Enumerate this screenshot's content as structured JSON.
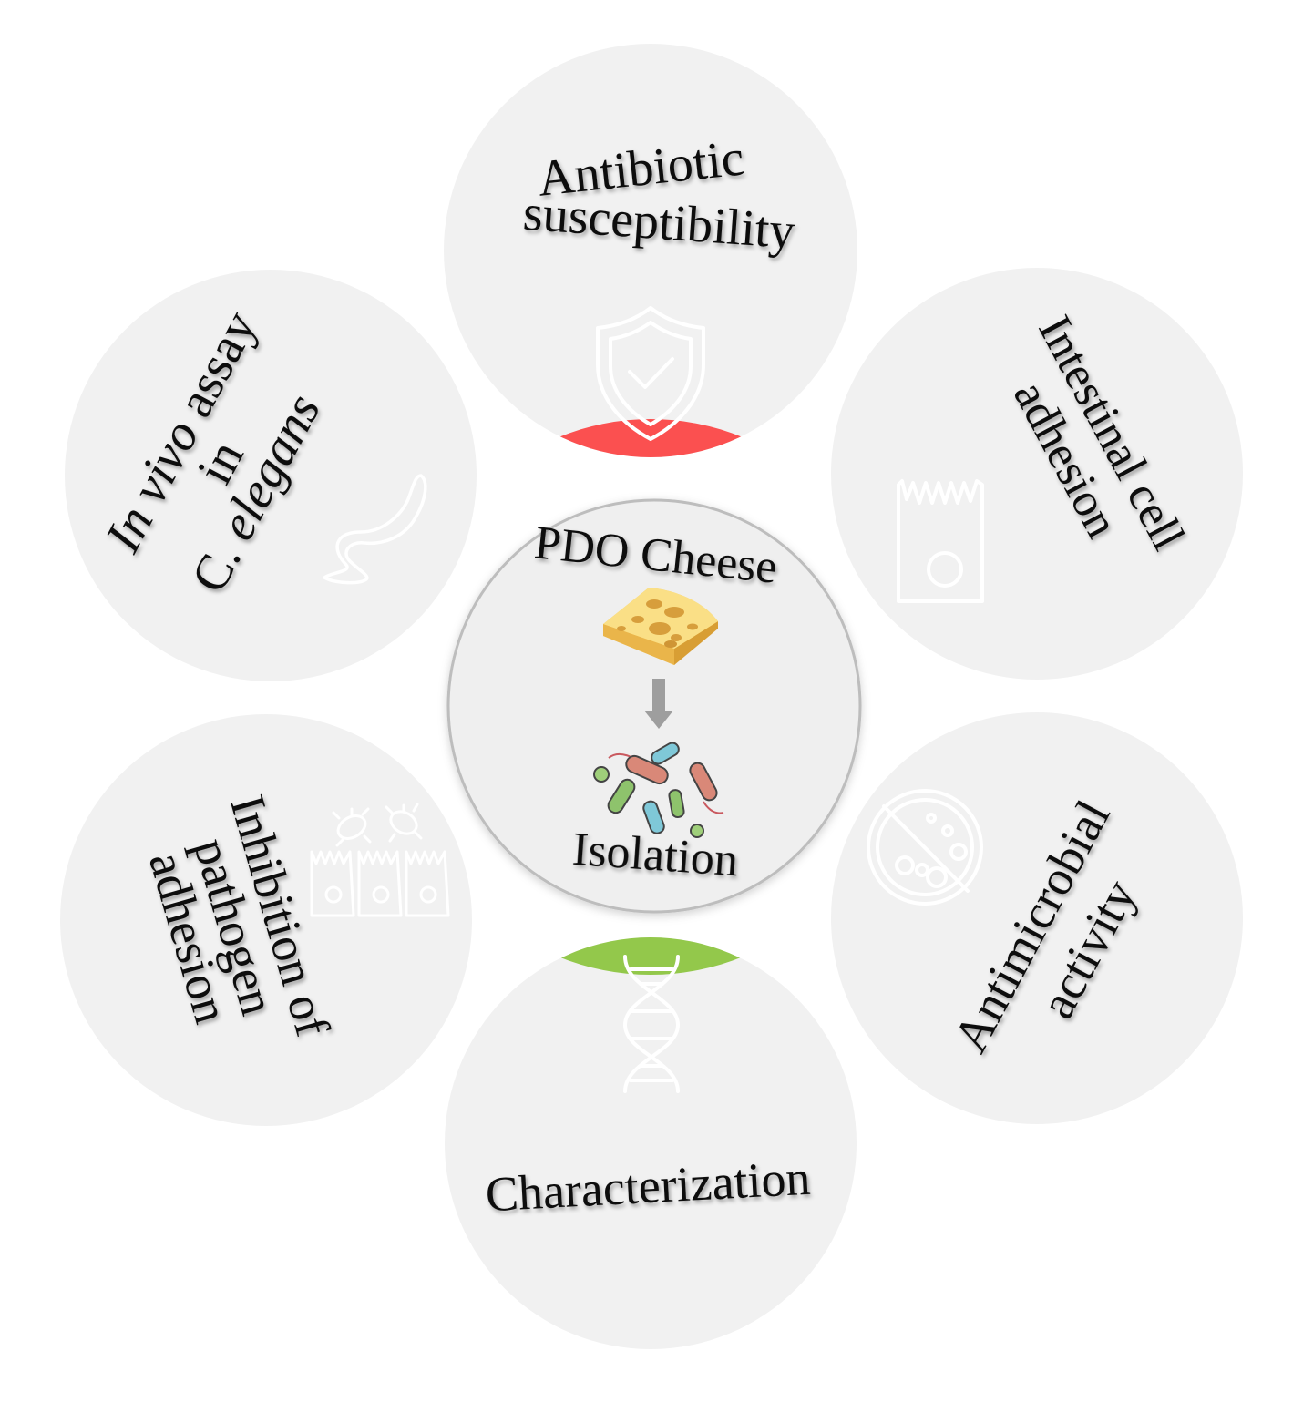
{
  "center": {
    "title": "PDO Cheese",
    "subtitle": "Isolation"
  },
  "petals": [
    {
      "id": "top",
      "lines": [
        "Antibiotic",
        "susceptibility"
      ],
      "icon": "shield-check-icon",
      "color": "#FB5050"
    },
    {
      "id": "upper-right",
      "lines": [
        "Intestinal cell",
        "adhesion"
      ],
      "icon": "epithelial-cell-icon",
      "color": "#F7AE4C"
    },
    {
      "id": "lower-right",
      "lines": [
        "Antimicrobial",
        "activity"
      ],
      "icon": "petri-dish-prohibited-icon",
      "color": "#FBD965"
    },
    {
      "id": "bottom",
      "lines": [
        "Characterization"
      ],
      "icon": "dna-icon",
      "color": "#93C84B"
    },
    {
      "id": "lower-left",
      "lines": [
        "Inhibition of",
        "pathogen",
        "adhesion"
      ],
      "icon": "pathogen-adhesion-cells-icon",
      "color": "#2F72BA"
    },
    {
      "id": "upper-left",
      "lines": [
        "In vivo assay",
        "in",
        "C. elegans"
      ],
      "icon": "worm-icon",
      "color": "#7852B2"
    }
  ],
  "colors": {
    "petal_bg": "#F1F1F1",
    "center_bg": "#EFEFEF",
    "arrow": "#9E9E9E"
  }
}
